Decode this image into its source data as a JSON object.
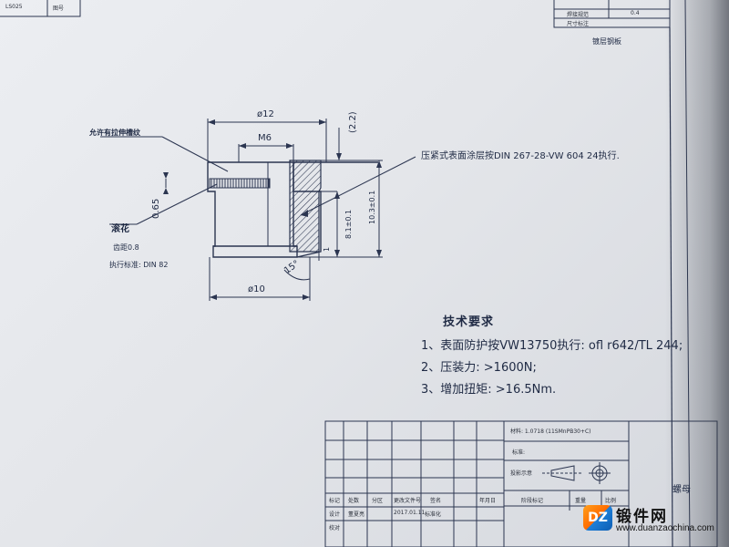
{
  "corner": {
    "top_left_text": "LS025",
    "top_left_label": "图号",
    "top_right_row1": "",
    "top_right_row2_label": "焊接规范",
    "top_right_row2_value": "0.4",
    "top_right_row3_label": "尺寸标注",
    "rotated_title": "镀层钢板"
  },
  "dimensions": {
    "d12": "ø12",
    "m6": "M6",
    "d10": "ø10",
    "h22": "(2.2)",
    "h065": "0.65",
    "h81": "8.1±0.1",
    "h103": "10.3±0.1",
    "h1": "1",
    "angle15": "15°"
  },
  "annotations": {
    "thread_note": "允许有拉伸槽纹",
    "press_note": "压紧式表面涂层按DIN 267-28-VW 604 24执行.",
    "knurl_label": "滚花",
    "knurl_pitch": "齿距0.8",
    "knurl_std": "执行标准: DIN 82"
  },
  "tech": {
    "title": "技术要求",
    "items": [
      "1、表面防护按VW13750执行: ofl r642/TL 244;",
      "2、压装力: >1600N;",
      "3、增加扭矩: >16.5Nm."
    ]
  },
  "title_block": {
    "material": "材料: 1.0718 (11SMnPB30+C)",
    "standard": "标准:",
    "projection": "投影示意",
    "h_mark": "标记",
    "h_count": "处数",
    "h_zone": "分区",
    "h_doc": "更改文件号",
    "h_sign": "签名",
    "h_date": "年月日",
    "h_design": "设计",
    "h_designer": "董夏亮",
    "h_design_date": "2017.01.11",
    "h_stdize": "标准化",
    "h_check": "校对",
    "stage": "阶段标记",
    "weight": "重量",
    "scale": "比例",
    "part": "螺母"
  },
  "watermark": {
    "logo_mark": "DZ",
    "name": "锻件网",
    "url": "www.duanzaochina.com"
  }
}
